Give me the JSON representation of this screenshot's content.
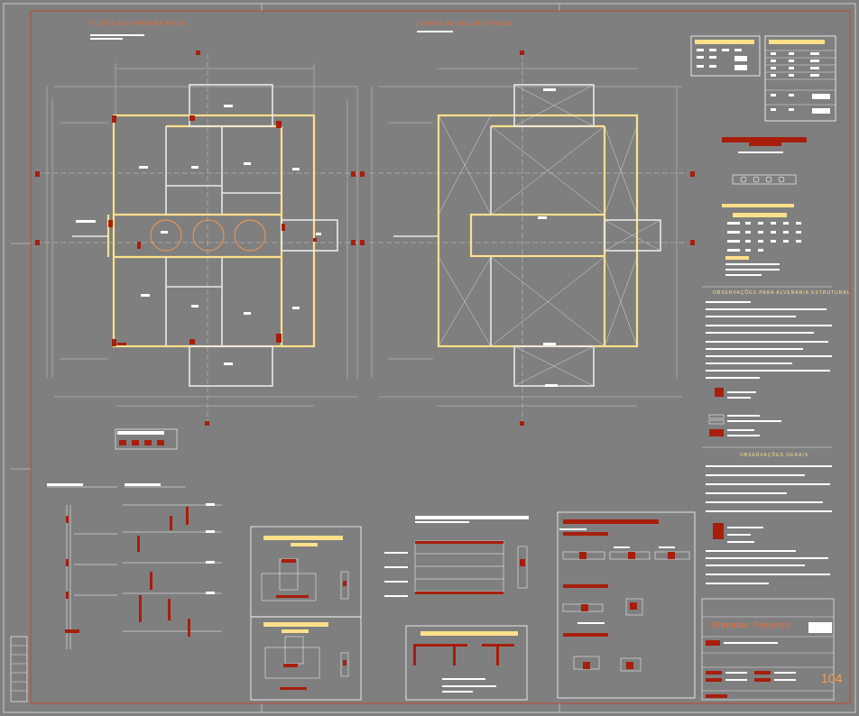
{
  "drawing": {
    "plan_left_title": "PLANTA DE PRIMEIRA FIADA",
    "plan_right_title": "PLANTA DE SEGUNDA FIADA",
    "obs_alvenaria_title": "OBSERVAÇÕES PARA ALVENARIA ESTRUTURAL",
    "obs_gerais_title": "OBSERVAÇÕES GERAIS",
    "company": "Steeman Projetos",
    "sheet_number": "104"
  },
  "colors": {
    "background": "#7f7f7f",
    "line": "#ffffff",
    "wall_yellow": "#ffe08a",
    "accent_red": "#a81e0c",
    "title_orange": "#ff6a2a"
  }
}
